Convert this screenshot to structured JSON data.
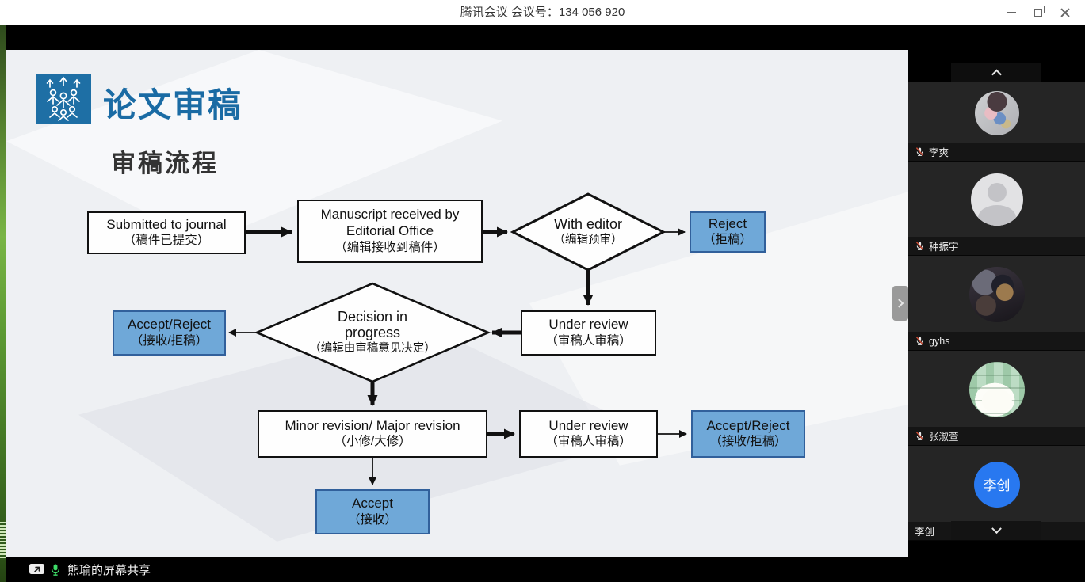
{
  "window": {
    "title": "腾讯会议 会议号：134 056 920"
  },
  "slide": {
    "brand": "论文审稿",
    "subtitle": "审稿流程",
    "colors": {
      "accent_blue": "#6FA8D8",
      "accent_border": "#31609B",
      "brand_blue": "#1A6BA4"
    },
    "nodes": {
      "submitted": {
        "en": "Submitted to journal",
        "zh": "（稿件已提交）"
      },
      "received": {
        "en": "Manuscript received by Editorial Office",
        "zh": "（编辑接收到稿件）"
      },
      "with_editor": {
        "en": "With editor",
        "zh": "（编辑预审）"
      },
      "reject": {
        "en": "Reject",
        "zh": "（拒稿）"
      },
      "under_review_mid": {
        "en": "Under review",
        "zh": "（审稿人审稿）"
      },
      "decision": {
        "en": "Decision in progress",
        "zh": "（编辑由审稿意见决定）"
      },
      "accept_reject_left": {
        "en": "Accept/Reject",
        "zh": "（接收/拒稿）"
      },
      "revision": {
        "en": "Minor revision/ Major revision",
        "zh": "（小修/大修）"
      },
      "under_review_bottom": {
        "en": "Under review",
        "zh": "（审稿人审稿）"
      },
      "accept_reject_right": {
        "en": "Accept/Reject",
        "zh": "（接收/拒稿）"
      },
      "accept": {
        "en": "Accept",
        "zh": "（接收）"
      }
    }
  },
  "sidebar": {
    "participants": [
      {
        "name": "李爽",
        "muted": true
      },
      {
        "name": "种振宇",
        "muted": true
      },
      {
        "name": "gyhs",
        "muted": true
      },
      {
        "name": "张淑萱",
        "muted": true
      },
      {
        "name": "李创",
        "muted": false,
        "avatar_text": "李创"
      }
    ]
  },
  "share_bar": {
    "label": "熊瑜的屏幕共享"
  }
}
